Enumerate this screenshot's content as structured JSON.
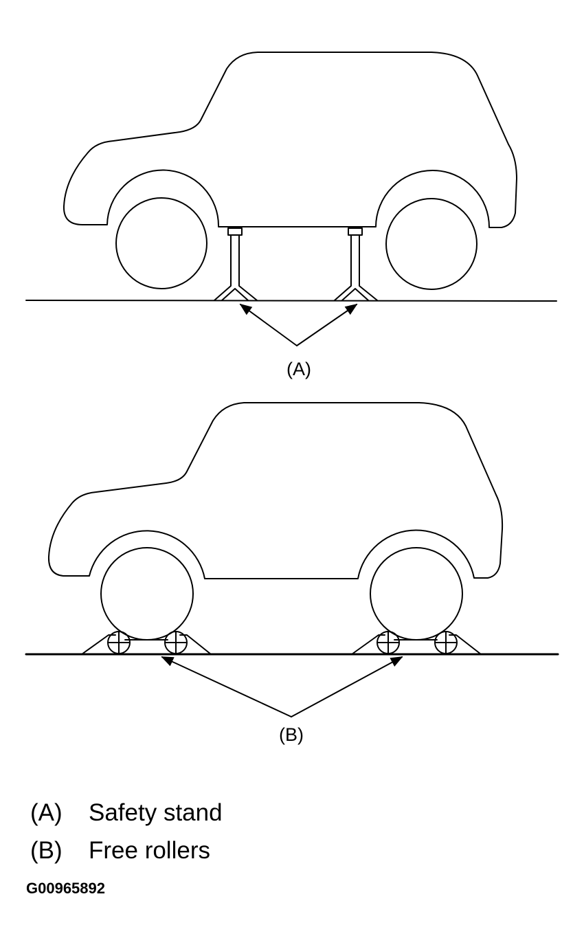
{
  "figure": {
    "callout_a": "(A)",
    "callout_b": "(B)"
  },
  "legend": [
    {
      "key": "(A)",
      "text": "Safety stand"
    },
    {
      "key": "(B)",
      "text": "Free rollers"
    }
  ],
  "figure_code": "G00965892",
  "colors": {
    "line": "#000000",
    "background": "#ffffff"
  }
}
